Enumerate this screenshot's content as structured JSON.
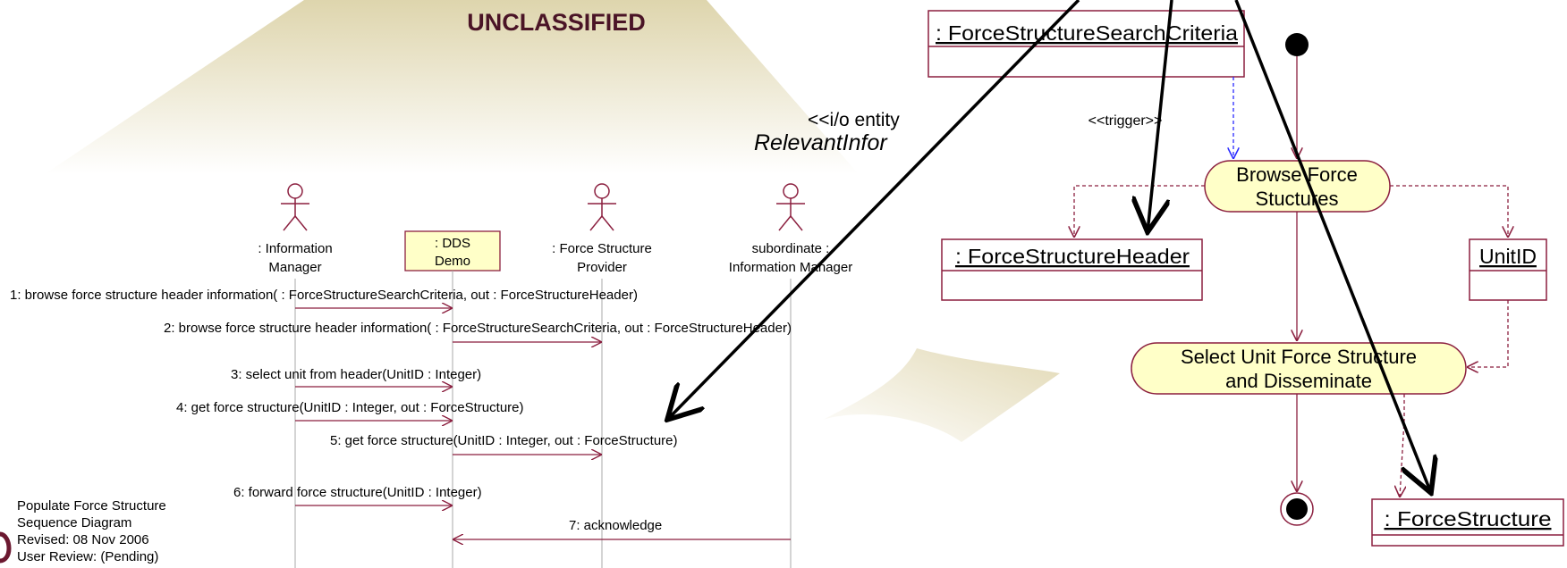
{
  "classification": "UNCLASSIFIED",
  "io_entity": {
    "stereotype": "<<i/o entity",
    "name": "RelevantInfor"
  },
  "sequence": {
    "lifelines": [
      {
        "line1": ": Information",
        "line2": "Manager",
        "kind": "actor"
      },
      {
        "line1": ": DDS",
        "line2": "Demo",
        "kind": "object"
      },
      {
        "line1": ": Force Structure",
        "line2": "Provider",
        "kind": "actor"
      },
      {
        "line1": "subordinate :",
        "line2": "Information Manager",
        "kind": "actor"
      }
    ],
    "messages": [
      {
        "label": "1: browse force structure header information( : ForceStructureSearchCriteria, out : ForceStructureHeader)",
        "from": 0,
        "to": 1
      },
      {
        "label": "2: browse force structure header information( : ForceStructureSearchCriteria, out : ForceStructureHeader)",
        "from": 1,
        "to": 2
      },
      {
        "label": "3: select unit from header(UnitID : Integer)",
        "from": 0,
        "to": 1
      },
      {
        "label": "4: get force structure(UnitID : Integer, out : ForceStructure)",
        "from": 0,
        "to": 1
      },
      {
        "label": "5: get force structure(UnitID : Integer, out : ForceStructure)",
        "from": 1,
        "to": 2
      },
      {
        "label": "6: forward force structure(UnitID : Integer)",
        "from": 0,
        "to": 1
      },
      {
        "label": "7: acknowledge",
        "from": 3,
        "to": 1
      }
    ]
  },
  "footer_note": {
    "title": "Populate Force Structure",
    "subtitle": "Sequence Diagram",
    "revised": "Revised: 08 Nov 2006",
    "review": "User Review: (Pending)"
  },
  "activity": {
    "objects": {
      "criteria": ": ForceStructureSearchCriteria",
      "header": ": ForceStructureHeader",
      "unit_id": "UnitID",
      "force_structure": ": ForceStructure"
    },
    "trigger_label": "<<trigger>>",
    "actions": {
      "browse_line1": "Browse Force",
      "browse_line2": "Stuctures",
      "select_line1": "Select Unit Force Structure",
      "select_line2": "and Disseminate"
    }
  },
  "colors": {
    "maroon": "#8b1f3f",
    "title": "#4a1426",
    "action_fill": "#ffffc8",
    "object_fill": "#ffffc8",
    "trigger_blue": "#2a2aff",
    "fan": "#efe9cf"
  }
}
